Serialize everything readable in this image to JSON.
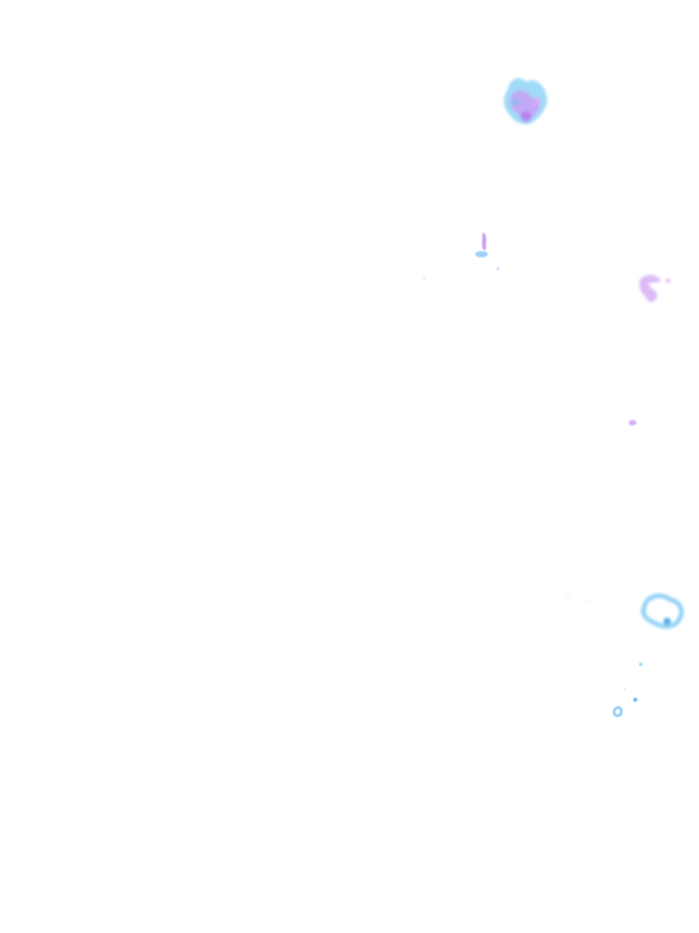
{
  "background_color": "#ffffff",
  "palette": {
    "violet": "#b57cf0",
    "light_violet": "#d7b2f5",
    "sky_blue": "#7fd0f7",
    "blue": "#3aa6e8",
    "deep_violet": "#9a52e6"
  },
  "shapes": [
    "watercolor-splash-cluster",
    "small-drip-splash",
    "curl-splash",
    "small-dot",
    "ring-splash",
    "droplets"
  ]
}
